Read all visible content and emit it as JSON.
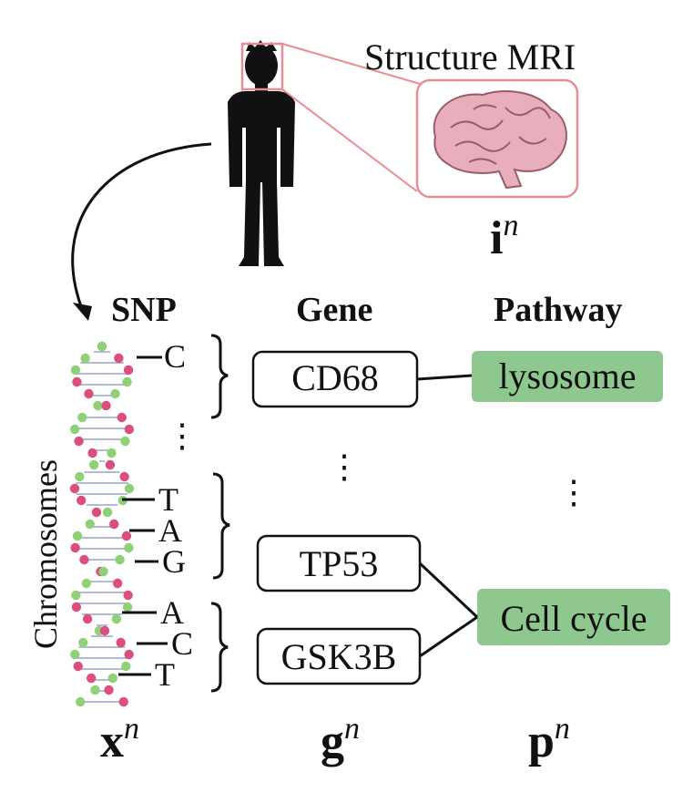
{
  "colors": {
    "pathway_fill": "#8fc88f",
    "zoom_outline": "#e88c96",
    "brain": "#e9aebb",
    "dna_pink": "#dc4f7c",
    "dna_green": "#8fd177",
    "person": "#111111"
  },
  "mri": {
    "label": "Structure MRI",
    "symbol": "i",
    "superscript": "n"
  },
  "chromosomes_label": "Chromosomes",
  "snp": {
    "header": "SNP",
    "bases": [
      "C",
      "T",
      "A",
      "G",
      "A",
      "C",
      "T"
    ],
    "ellipsis": "⋮",
    "symbol": "x",
    "superscript": "n"
  },
  "gene": {
    "header": "Gene",
    "items": [
      "CD68",
      "TP53",
      "GSK3B"
    ],
    "ellipsis": "⋮",
    "symbol": "g",
    "superscript": "n"
  },
  "pathway": {
    "header": "Pathway",
    "items": [
      "lysosome",
      "Cell cycle"
    ],
    "ellipsis": "⋮",
    "symbol": "p",
    "superscript": "n"
  }
}
